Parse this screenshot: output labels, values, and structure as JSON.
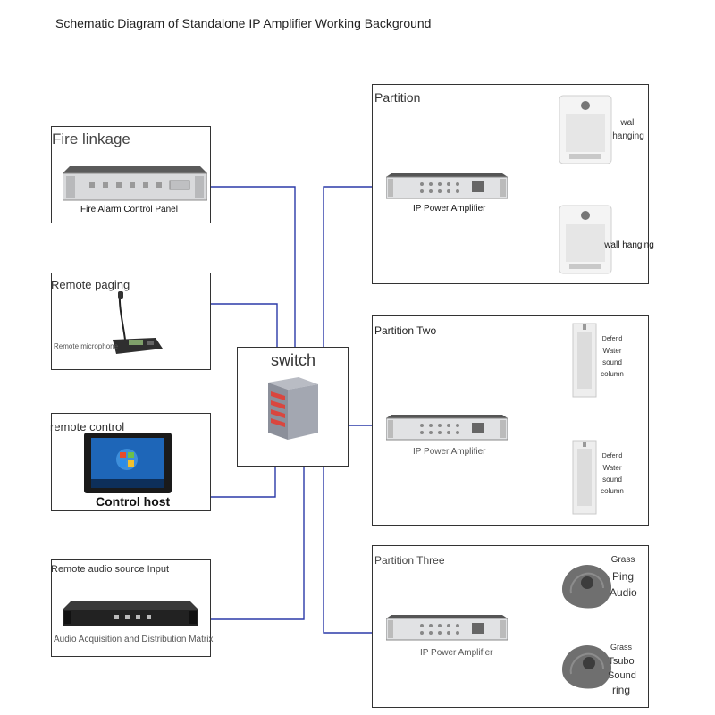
{
  "title": "Schematic Diagram of Standalone IP Amplifier Working Background",
  "left_panels": {
    "fire": {
      "heading": "Fire linkage",
      "caption": "Fire Alarm Control Panel"
    },
    "paging": {
      "heading": "Remote paging",
      "caption": "Remote microphone"
    },
    "control": {
      "heading": "remote control",
      "caption": "Control host"
    },
    "audio": {
      "heading": "Remote audio source Input",
      "caption": "Audio Acquisition and Distribution Matrix"
    }
  },
  "switch": {
    "label": "switch"
  },
  "partitions": [
    {
      "heading": "Partition",
      "amp_caption": "IP Power Amplifier",
      "speakers": [
        {
          "lines": [
            "wall",
            "hanging"
          ]
        },
        {
          "lines": [
            "wall hanging"
          ]
        }
      ]
    },
    {
      "heading": "Partition Two",
      "amp_caption": "IP Power Amplifier",
      "speakers": [
        {
          "lines": [
            "Defend",
            "Water",
            "sound",
            "column"
          ]
        },
        {
          "lines": [
            "Defend",
            "Water",
            "sound",
            "column"
          ]
        }
      ]
    },
    {
      "heading": "Partition Three",
      "amp_caption": "IP Power Amplifier",
      "speakers": [
        {
          "lines": [
            "Grass",
            "Ping",
            "Audio"
          ]
        },
        {
          "lines": [
            "Grass",
            "Tsubo",
            "Sound",
            "ring"
          ]
        }
      ]
    }
  ],
  "colors": {
    "network_line": "#2b3aa8",
    "speaker_line": "#c8322a",
    "border": "#333333"
  }
}
